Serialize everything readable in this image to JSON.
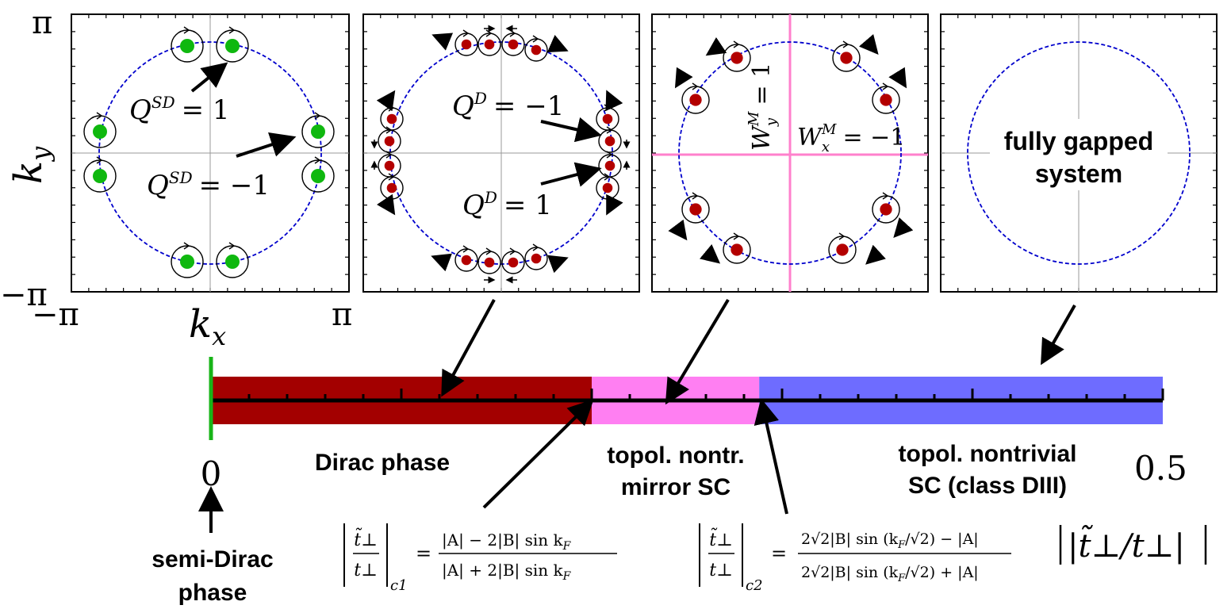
{
  "axes": {
    "y_top": "π",
    "y_bottom": "−π",
    "x_left": "−π",
    "x_right": "π",
    "y_label_k": "k",
    "y_label_sub": "y",
    "x_label_k": "k",
    "x_label_sub": "x"
  },
  "panel1": {
    "q_upper_main": "Q",
    "q_upper_sup": "SD",
    "q_upper_rhs": "= 1",
    "q_lower_main": "Q",
    "q_lower_sup": "SD",
    "q_lower_rhs": "= −1"
  },
  "panel2": {
    "q_upper_main": "Q",
    "q_upper_sup": "D",
    "q_upper_rhs": "= −1",
    "q_lower_main": "Q",
    "q_lower_sup": "D",
    "q_lower_rhs": "= 1"
  },
  "panel3": {
    "wy_main": "W",
    "wy_sub": "y",
    "wy_sup": "M",
    "wy_rhs": "= 1",
    "wx_main": "W",
    "wx_sub": "x",
    "wx_sup": "M",
    "wx_rhs": "= −1"
  },
  "panel4": {
    "line1": "fully gapped",
    "line2": "system"
  },
  "phase_bar": {
    "tick_start": "0",
    "tick_end": "0.5",
    "start_value": 0,
    "end_value": 0.5,
    "tc1": 0.2,
    "tc2": 0.288,
    "colors": {
      "dirac": "#a30000",
      "mirror": "#ff7ff2",
      "diii": "#6e6cff",
      "semi_dirac": "#18b418"
    }
  },
  "phases": {
    "dirac": "Dirac phase",
    "mirror_line1": "topol. nontr.",
    "mirror_line2": "mirror SC",
    "diii_line1": "topol. nontrivial",
    "diii_line2": "SC (class DIII)",
    "semi_line1": "semi-Dirac",
    "semi_line2": "phase"
  },
  "xaxis_label": "|t̃⊥/t⊥|",
  "formulas": {
    "c1_lhs_num": "t̃⊥",
    "c1_lhs_den": "t⊥",
    "c1_sub": "c1",
    "c1_num": "|A| − 2|B| sin k",
    "c1_den": "|A| + 2|B| sin k",
    "kf_sub": "F",
    "c2_lhs_num": "t̃⊥",
    "c2_lhs_den": "t⊥",
    "c2_sub": "c2",
    "c2_num": "2√2|B| sin (k",
    "c2_num_tail": "/√2) − |A|",
    "c2_den": "2√2|B| sin (k",
    "c2_den_tail": "/√2) + |A|"
  },
  "colors": {
    "green_node": "#0fb80f",
    "red_node": "#b30000",
    "circle": "#0000cc",
    "mirror_line": "#ff80cc"
  }
}
